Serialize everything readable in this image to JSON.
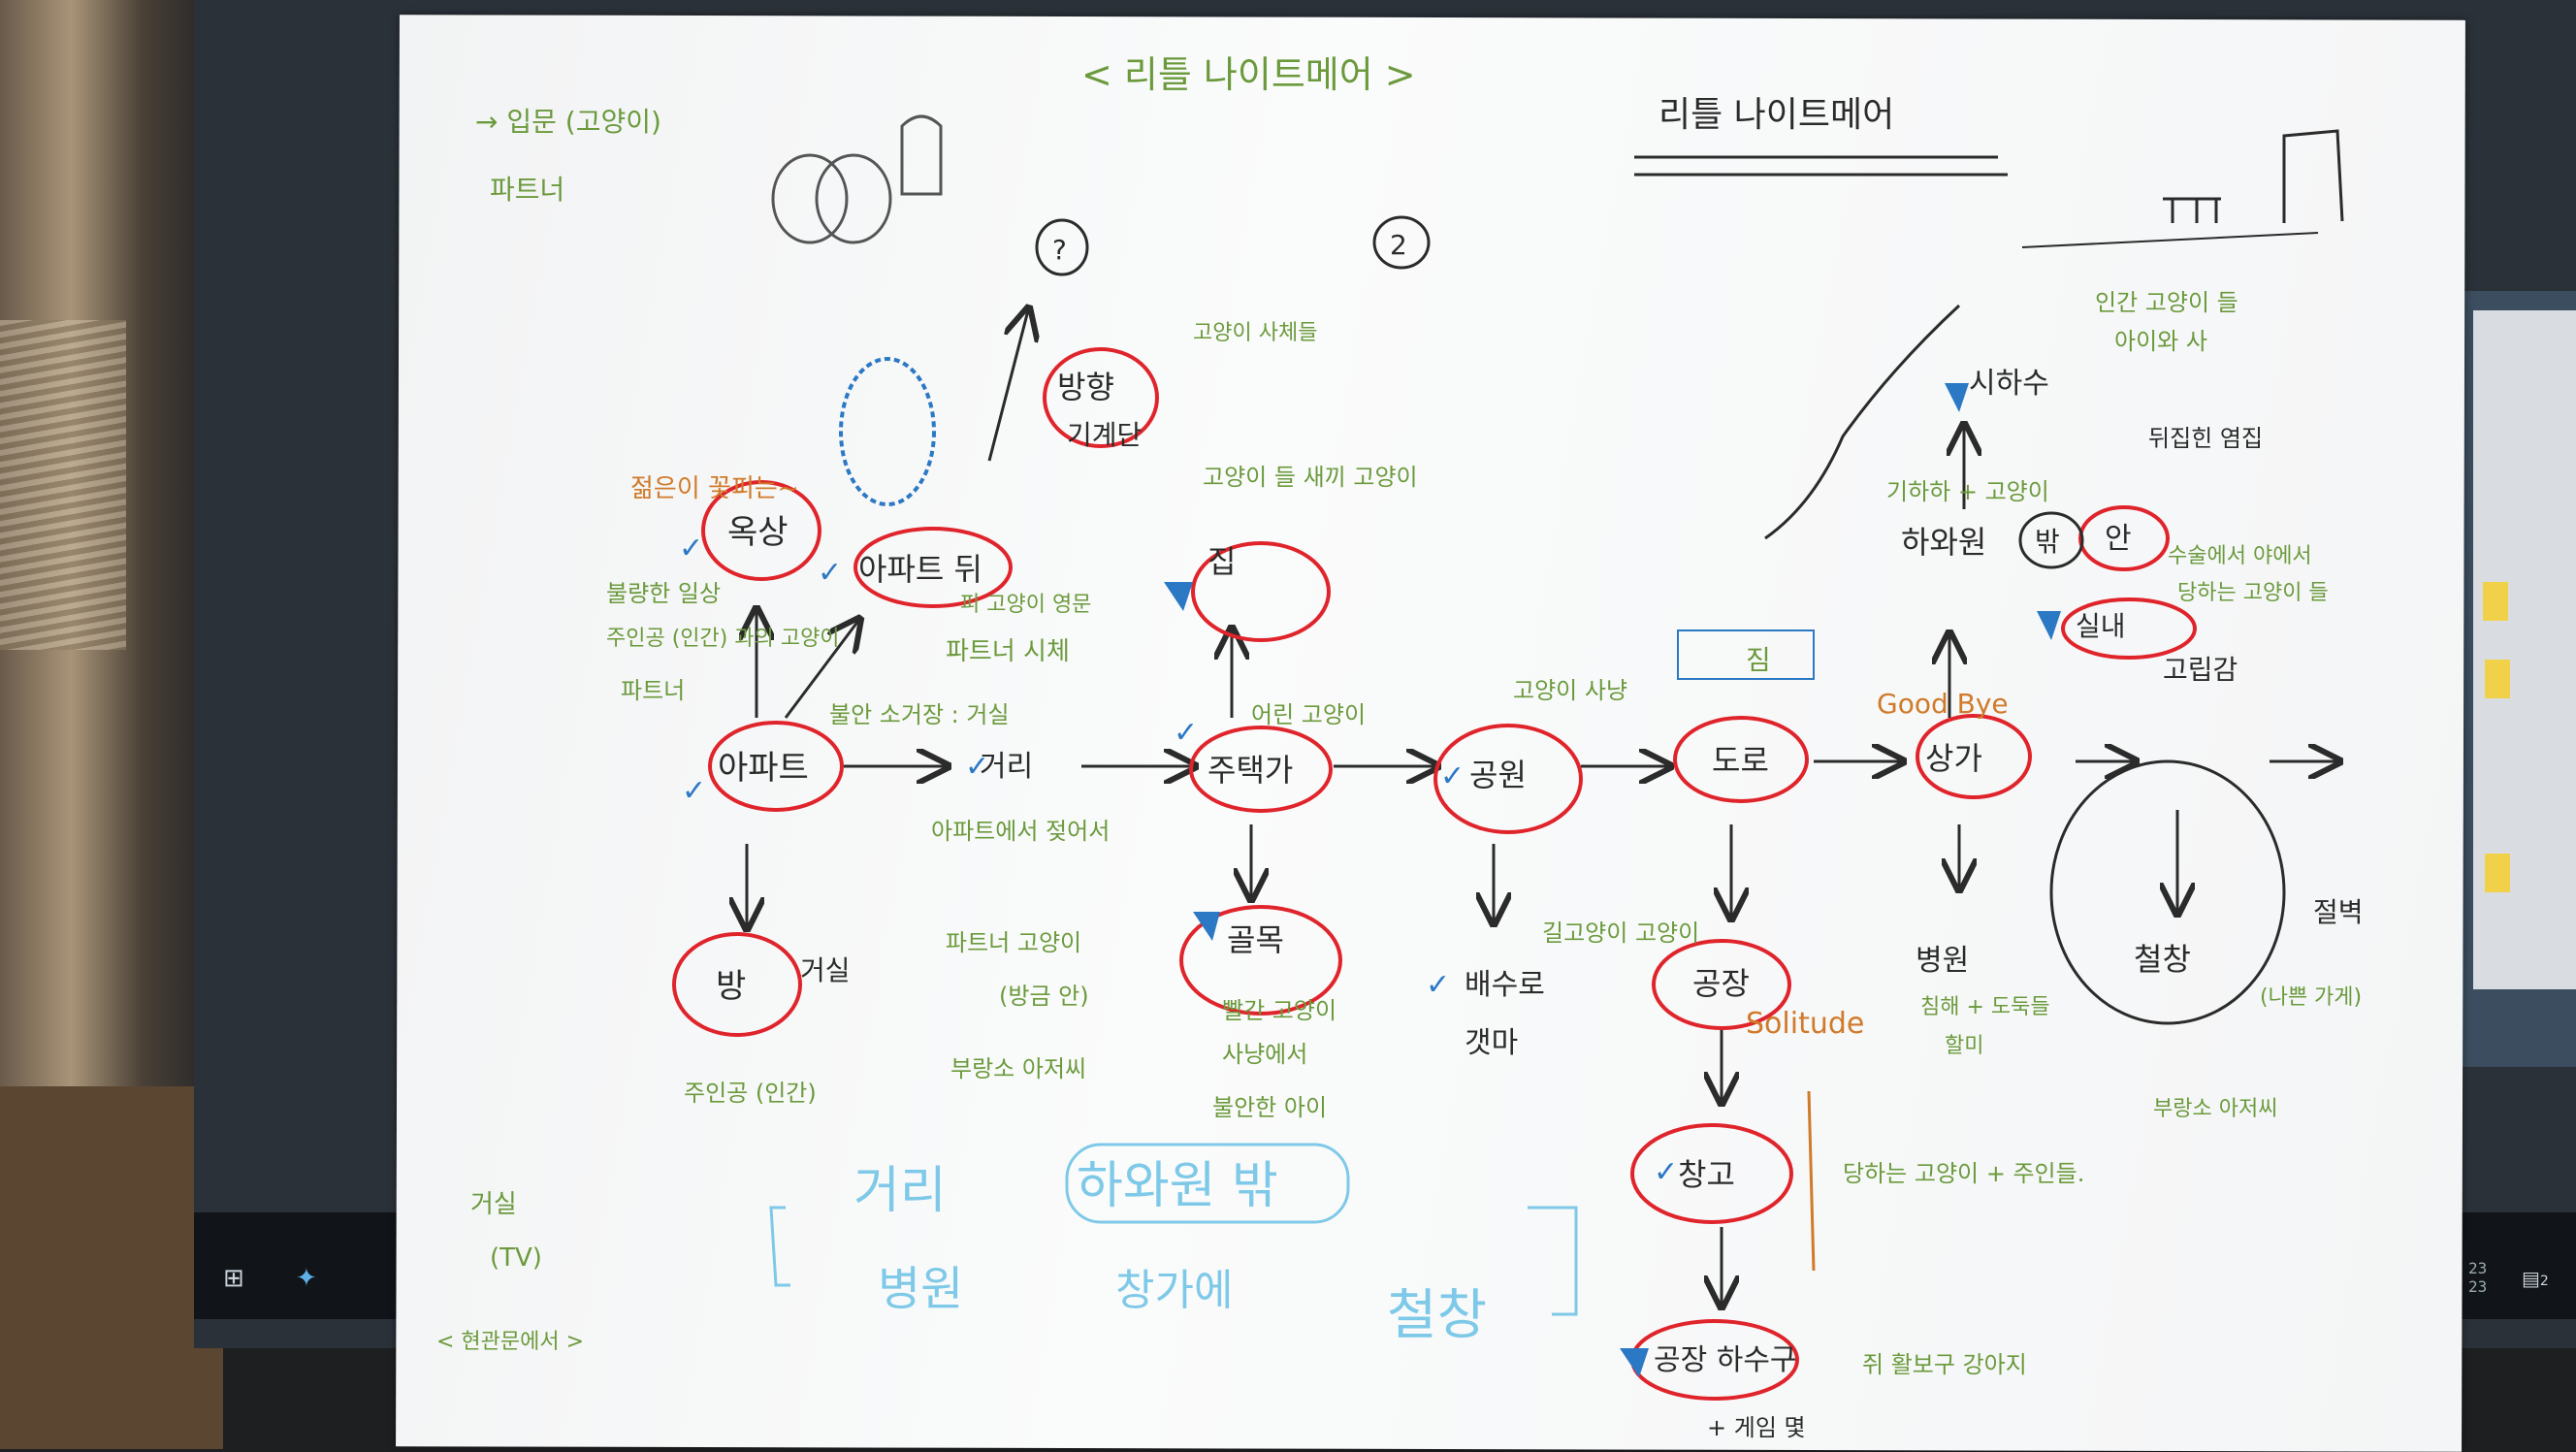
{
  "colors": {
    "ink": "#2b2b2b",
    "red": "#e0242b",
    "green": "#6b9a3c",
    "orange": "#d07a2a",
    "blue": "#2b78c4",
    "cyan": "#7ec9e8"
  },
  "taskbar": {
    "start_icon": "windows-icon",
    "pinned_icon": "bird-app-icon",
    "clock_line1": "23",
    "clock_line2": "23",
    "notification_icon": "notification-icon",
    "notification_count": "2"
  },
  "title": {
    "header_green": "< 리틀 나이트메어 >",
    "header_black": "리틀 나이트메어"
  },
  "top_notes": {
    "line1": "→ 입문 (고양이)",
    "line2": "파트너"
  },
  "markers": {
    "q1": "?",
    "q2": "2",
    "hall_label": "짐"
  },
  "nodes": {
    "apartment": "아파트",
    "rooftop": "옥상",
    "apt_back": "아파트 뒤",
    "direction": "방향",
    "direction_sub": "기계단",
    "room": "방",
    "room_side": "거실",
    "street": "거리",
    "house": "주택가",
    "house_top": "집",
    "alley": "골목",
    "park": "공원",
    "park_sub": "배수로",
    "park_sub2": "갯마",
    "road": "도로",
    "factory": "공장",
    "warehouse": "창고",
    "factory_exit": "공장 하수구",
    "shop": "상가",
    "hospital": "병원",
    "outside": "밖",
    "inside": "안",
    "hall": "하와원",
    "room2": "실내",
    "steel": "철창",
    "cliff": "절벽",
    "sewer": "시하수"
  },
  "notes": {
    "rooftop_top": "젊은이 꽃피는~",
    "rooftop_left": "불량한 일상",
    "rooftop_left2": "주인공 (인간) 과의 고양이",
    "rooftop_left3": "파트너",
    "apt_back_note": "파트너 시체",
    "apt_back_note2": "피 고양이 영문",
    "apt_note": "불안 소거장 : 거실",
    "street_note": "아파트에서 젖어서",
    "street_note2": "파트너 고양이",
    "street_note3": "(방금 안)",
    "street_note4": "부랑소 아저씨",
    "house_note": "고양이 들 새끼 고양이",
    "house_note2": "어린 고양이",
    "alley_note": "빨간 고양이",
    "alley_note2": "사냥에서",
    "alley_note3": "불안한 아이",
    "park_note": "고양이 사냥",
    "road_note": "길고양이 고양이",
    "road_note2": "고양이 사체들",
    "solitude": "Solitude",
    "good_bye": "Good Bye",
    "warehouse_note": "당하는 고양이 + 주인들.",
    "factory_exit_note": "쥐 활보구 강아지",
    "factory_exit_note2": "+ 게임 몇",
    "shop_note": "인간 고양이 들",
    "shop_note2": "아이와 사",
    "shop_note3": "기하하 + 고양이",
    "shop_note4": "뒤집힌 염집",
    "shop_note5": "수술에서 야에서",
    "shop_note6": "당하는 고양이 들",
    "hospital_note": "침해 + 도둑들",
    "hospital_note2": "할미",
    "cliff_note": "고립감",
    "cliff_note2": "(나쁜 가게)",
    "cliff_note3": "부랑소 아저씨",
    "living": "거실",
    "tv": "(TV)",
    "bottom_left": "< 현관문에서 >",
    "main_protag": "주인공 (인간)",
    "room_side2": "거실"
  },
  "summary": {
    "line1_a": "거리",
    "line1_b": "하와원 밖",
    "line2_a": "병원",
    "line2_b": "창가에",
    "line2_c": "철창"
  }
}
